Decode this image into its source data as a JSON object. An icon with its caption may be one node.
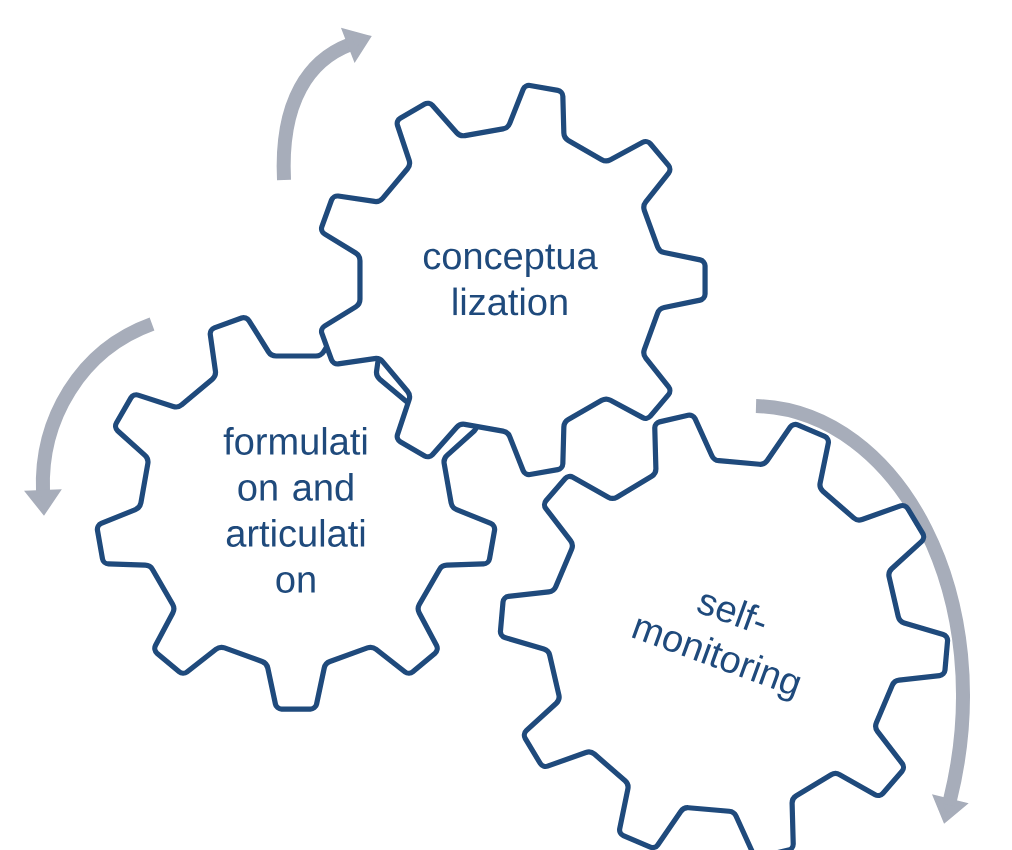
{
  "diagram": {
    "nodes": [
      {
        "text": [
          "conceptua lization"
        ]
      },
      {
        "text": [
          "formulati on and articulati on"
        ]
      },
      {
        "text": [
          "self- monitoring"
        ]
      }
    ]
  }
}
